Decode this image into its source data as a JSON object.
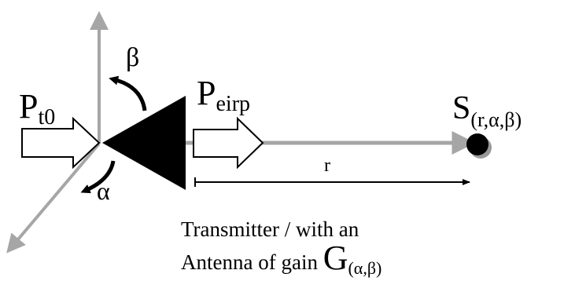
{
  "labels": {
    "input_power": {
      "main": "P",
      "sub": "t0"
    },
    "eirp_power": {
      "main": "P",
      "sub": "eirp"
    },
    "signal": {
      "main": "S",
      "sub": "(r,α,β)"
    },
    "beta": "β",
    "alpha": "α",
    "distance": "r",
    "caption_line1": "Transmitter / with an",
    "caption_line2_prefix": "Antenna of gain ",
    "gain": {
      "main": "G",
      "sub": "(α,β)"
    }
  },
  "colors": {
    "axis": "#a6a6a6",
    "ink": "#000000",
    "shadow": "#999999",
    "background": "#ffffff"
  }
}
